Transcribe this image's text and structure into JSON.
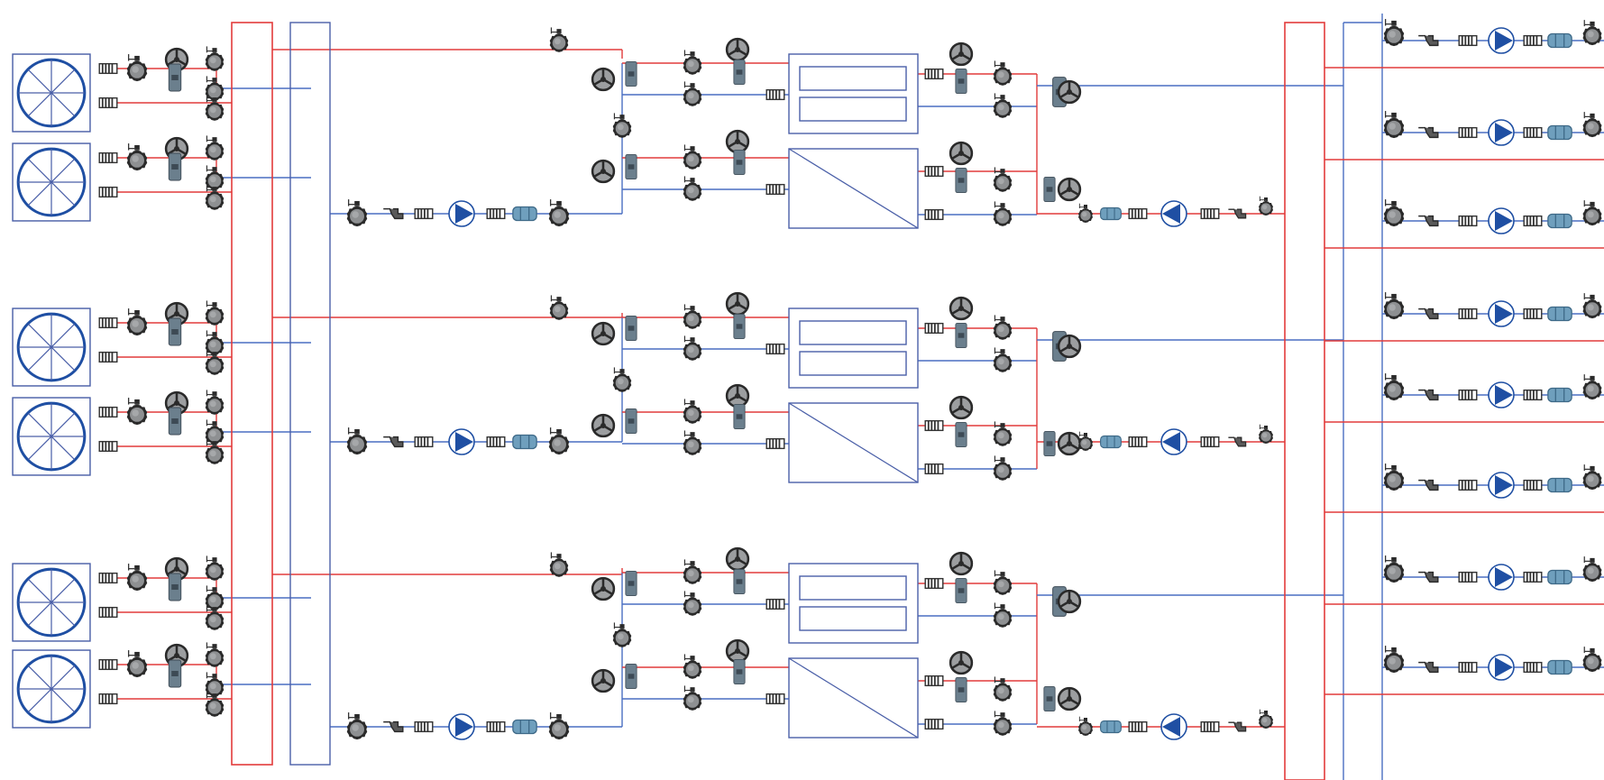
{
  "title": "",
  "colors": {
    "supply": "#e23b3b",
    "return": "#4a6fc2",
    "equipment_outline": "#4a5fa8",
    "pump": "#1f4fa3",
    "valve_body": "#8e9092",
    "valve_dark": "#2a2a2a",
    "strainer": "#5b8fb0",
    "background": "#ffffff"
  },
  "diagram": {
    "cooling_towers": {
      "label": "",
      "count": 6,
      "icon": "fan-icon"
    },
    "tower_supply_header": {
      "label": ""
    },
    "tower_return_header": {
      "label": ""
    },
    "chiller_trains": {
      "count": 3,
      "icon_evaporator": "tube-bundle-icon",
      "icon_condenser": "heat-exchanger-icon"
    },
    "condenser_pumps": {
      "count": 3,
      "icon": "pump-right-icon"
    },
    "chilled_water_pumps": {
      "count": 3,
      "icon": "pump-left-icon"
    },
    "distribution_headers": {
      "label": ""
    },
    "distribution_branches": {
      "count": 8,
      "icon": "pump-right-icon"
    }
  }
}
